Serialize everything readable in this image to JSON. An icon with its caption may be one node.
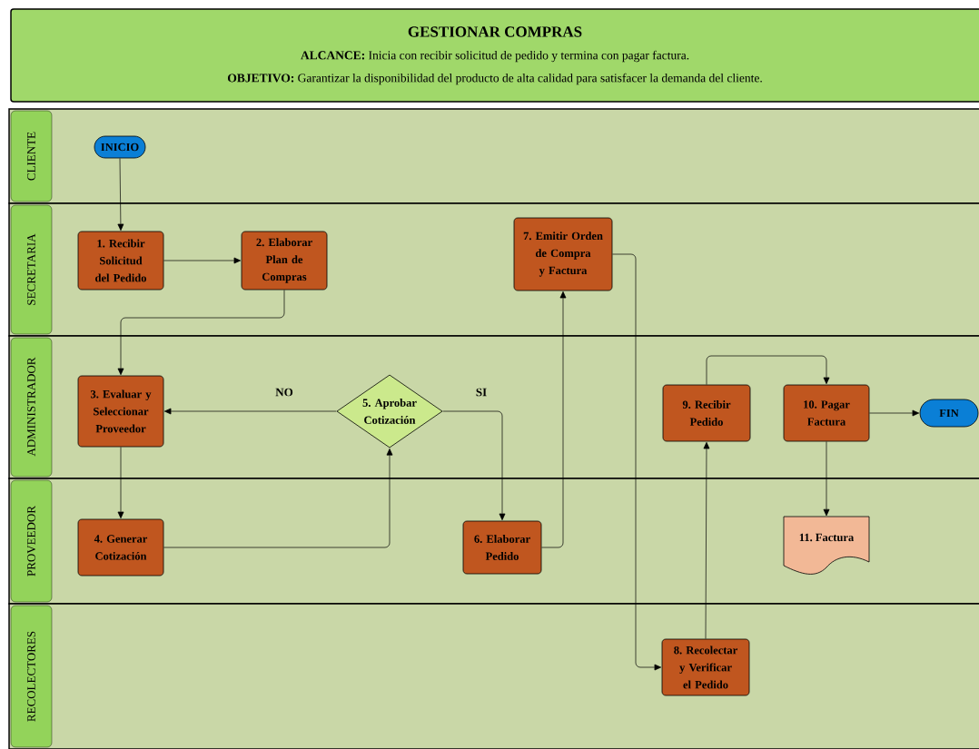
{
  "diagram": {
    "title": "GESTIONAR COMPRAS",
    "nodes": [
      {
        "text": [
          "CLIENTE"
        ]
      },
      {
        "text": [
          "SECRETARIA"
        ]
      },
      {
        "text": [
          "ADMINISTRADOR"
        ]
      },
      {
        "text": [
          "PROVEEDOR"
        ]
      },
      {
        "text": [
          "RECOLECTORES"
        ]
      },
      {
        "text": [
          "INICIO"
        ],
        "in": 0
      },
      {
        "text": [
          "1. Recibir Solicitud del Pedido"
        ],
        "in": 1
      },
      {
        "text": [
          "2. Elaborar Plan de Compras"
        ],
        "in": 1
      },
      {
        "text": [
          "7. Emitir Orden de Compra y Factura"
        ],
        "in": 1
      },
      {
        "text": [
          "3. Evaluar y Seleccionar Proveedor"
        ],
        "in": 2
      },
      {
        "text": [
          "5. Aprobar Cotización"
        ],
        "in": 2
      },
      {
        "text": [
          "9. Recibir Pedido"
        ],
        "in": 2
      },
      {
        "text": [
          "10. Pagar Factura"
        ],
        "in": 2
      },
      {
        "text": [
          "FIN"
        ],
        "in": 2
      },
      {
        "text": [
          "4. Generar Cotización"
        ],
        "in": 3
      },
      {
        "text": [
          "6. Elaborar Pedido"
        ],
        "in": 3
      },
      {
        "text": [
          "11. Factura"
        ],
        "in": 3
      },
      {
        "text": [
          "8. Recolectar y Verificar el Pedido"
        ],
        "in": 4
      }
    ],
    "edges": [
      {
        "from": 5,
        "to": 6,
        "arrow": "to"
      },
      {
        "from": 6,
        "to": 7,
        "arrow": "to"
      },
      {
        "from": 7,
        "to": 9,
        "arrow": "to"
      },
      {
        "from": 9,
        "to": 14,
        "arrow": "to"
      },
      {
        "from": 14,
        "to": 10,
        "arrow": "to"
      },
      {
        "from": 10,
        "to": 9,
        "arrow": "to",
        "label": "NO"
      },
      {
        "from": 10,
        "to": 15,
        "arrow": "to",
        "label": "SI"
      },
      {
        "from": 15,
        "to": 8,
        "arrow": "to"
      },
      {
        "from": 8,
        "to": 17,
        "arrow": "to"
      },
      {
        "from": 17,
        "to": 11,
        "arrow": "to"
      },
      {
        "from": 11,
        "to": 12,
        "arrow": "to"
      },
      {
        "from": 12,
        "to": 13,
        "arrow": "to"
      },
      {
        "from": 12,
        "to": 16,
        "arrow": "to"
      }
    ],
    "labels": [
      "**ALCANCE:** Inicia con recibir solicitud de pedido y termina con pagar factura.",
      "**OBJETIVO:** Garantizar la disponibilidad del producto de alta calidad para satisfacer la demanda del cliente."
    ]
  }
}
